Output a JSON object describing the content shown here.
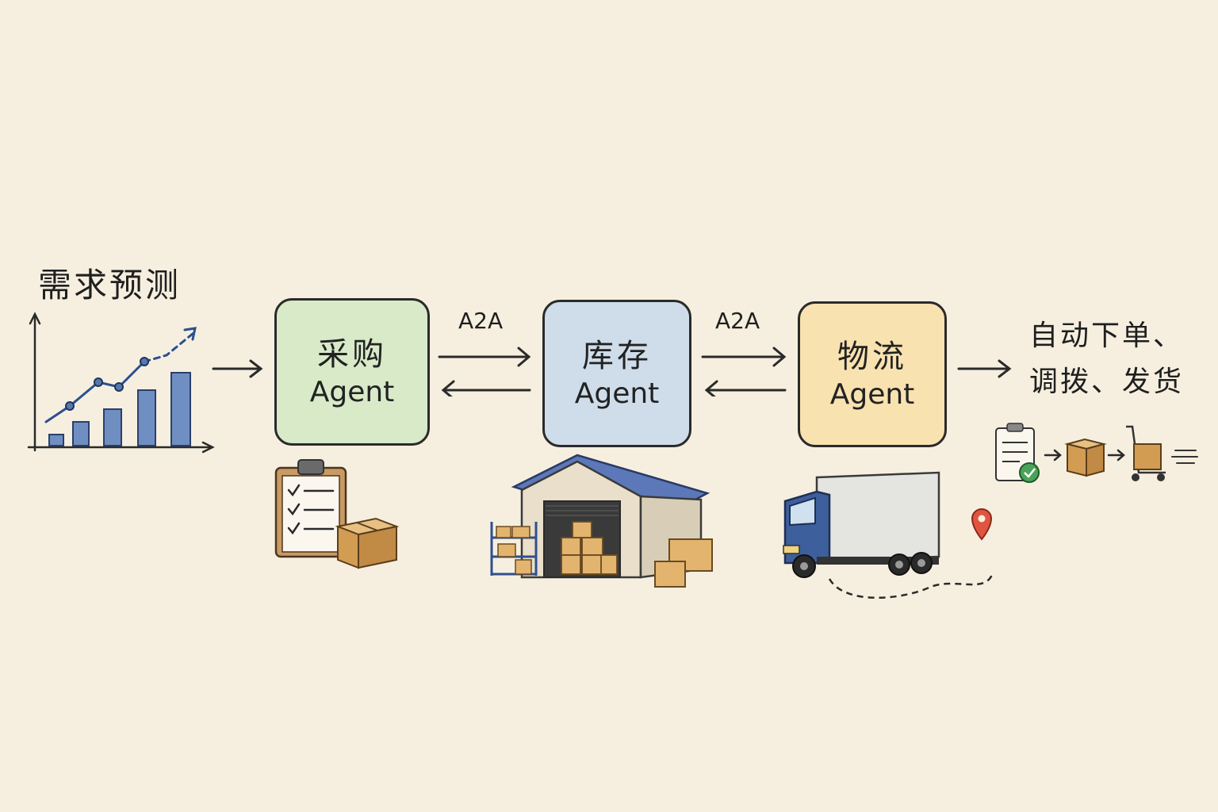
{
  "forecast": {
    "title": "需求预测"
  },
  "agents": [
    {
      "name": "采购",
      "suffix": "Agent",
      "color": "#d8eac8"
    },
    {
      "name": "库存",
      "suffix": "Agent",
      "color": "#cfddea"
    },
    {
      "name": "物流",
      "suffix": "Agent",
      "color": "#f7e2b0"
    }
  ],
  "links": [
    {
      "label": "A2A"
    },
    {
      "label": "A2A"
    }
  ],
  "outcome": {
    "line1": "自动下单、",
    "line2": "调拨、发货"
  },
  "colors": {
    "background": "#f6efdf",
    "chart_blue": "#5878ad",
    "line": "#2a2a2a",
    "box_tan": "#d9a85c",
    "truck_blue": "#3d5f9c",
    "pin_red": "#e0553f"
  }
}
